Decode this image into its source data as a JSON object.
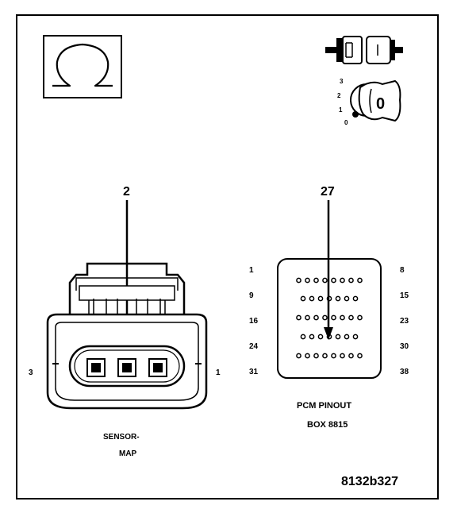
{
  "symbols": {
    "ohm_icon": "ohmmeter-icon",
    "connector_icon": "disconnected-connector-icon",
    "ignition_icon": "ignition-key-off-icon",
    "key_letter": "0",
    "switch_positions": [
      "3",
      "2",
      "1",
      "0"
    ]
  },
  "sensor_connector": {
    "pin_callout": "2",
    "left_pin_label": "3",
    "right_pin_label": "1",
    "name_line1": "SENSOR-",
    "name_line2": "MAP"
  },
  "pcm_connector": {
    "pin_callout": "27",
    "rows": [
      {
        "left": "1",
        "right": "8"
      },
      {
        "left": "9",
        "right": "15"
      },
      {
        "left": "16",
        "right": "23"
      },
      {
        "left": "24",
        "right": "30"
      },
      {
        "left": "31",
        "right": "38"
      }
    ],
    "title_line1": "PCM PINOUT",
    "title_line2": "BOX 8815"
  },
  "figure_id": "8132b327"
}
